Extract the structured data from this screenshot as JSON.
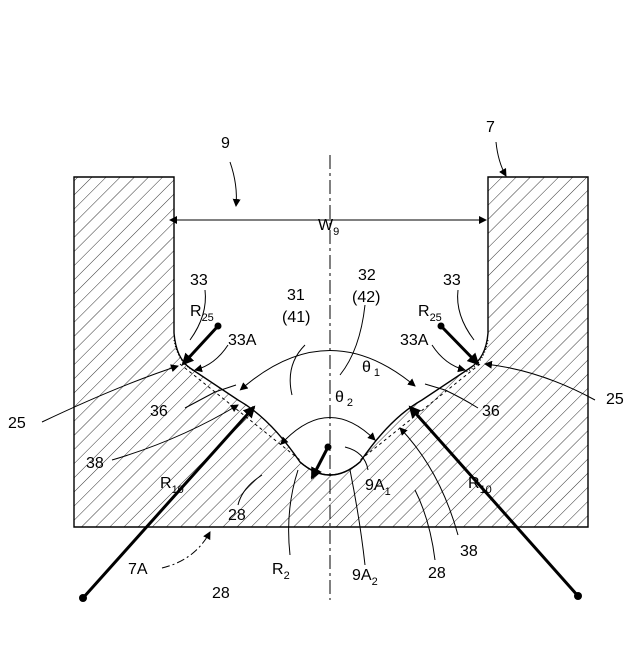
{
  "labels": {
    "groove": "9",
    "tread": "7",
    "width": "W",
    "width_sub": "9",
    "ref_33_left": "33",
    "ref_33_right": "33",
    "ref_33A_left": "33A",
    "ref_33A_right": "33A",
    "ref_31": "31",
    "ref_41": "(41)",
    "ref_32": "32",
    "ref_42": "(42)",
    "r25": "R",
    "r25_sub": "25",
    "theta": "θ",
    "theta1_sub": "1",
    "theta2_sub": "2",
    "ref_25_left": "25",
    "ref_25_right": "25",
    "ref_36_left": "36",
    "ref_36_right": "36",
    "ref_38_left": "38",
    "ref_38_right": "38",
    "r10": "R",
    "r10_sub": "10",
    "ref_28_left": "28",
    "ref_28_right": "28",
    "ref_7A": "7A",
    "r2": "R",
    "r2_sub": "2",
    "ref_9A1": "9A",
    "ref_9A1_sub": "1",
    "ref_9A2": "9A",
    "ref_9A2_sub": "2"
  }
}
